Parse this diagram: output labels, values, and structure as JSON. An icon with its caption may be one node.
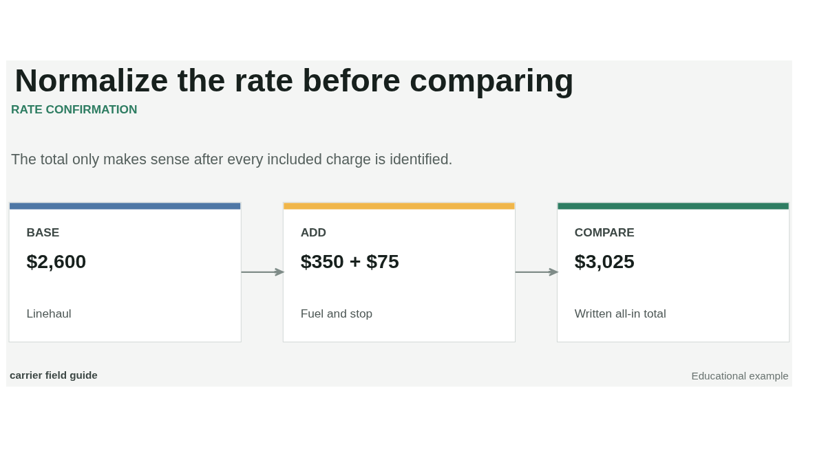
{
  "diagram": {
    "title": "Normalize the rate before comparing",
    "nodes": [
      {
        "text": [
          "BASE",
          "$2,600",
          "Linehaul"
        ]
      },
      {
        "text": [
          "ADD",
          "$350 + $75",
          "Fuel and stop"
        ]
      },
      {
        "text": [
          "COMPARE",
          "$3,025",
          "Written all-in total"
        ]
      }
    ],
    "edges": [
      {
        "from": 0,
        "to": 1,
        "arrow": "to"
      },
      {
        "from": 1,
        "to": 2,
        "arrow": "to"
      }
    ],
    "labels": [
      "RATE CONFIRMATION",
      "The total only makes sense after every included charge is identified.",
      "carrier field guide",
      "Educational example"
    ]
  }
}
